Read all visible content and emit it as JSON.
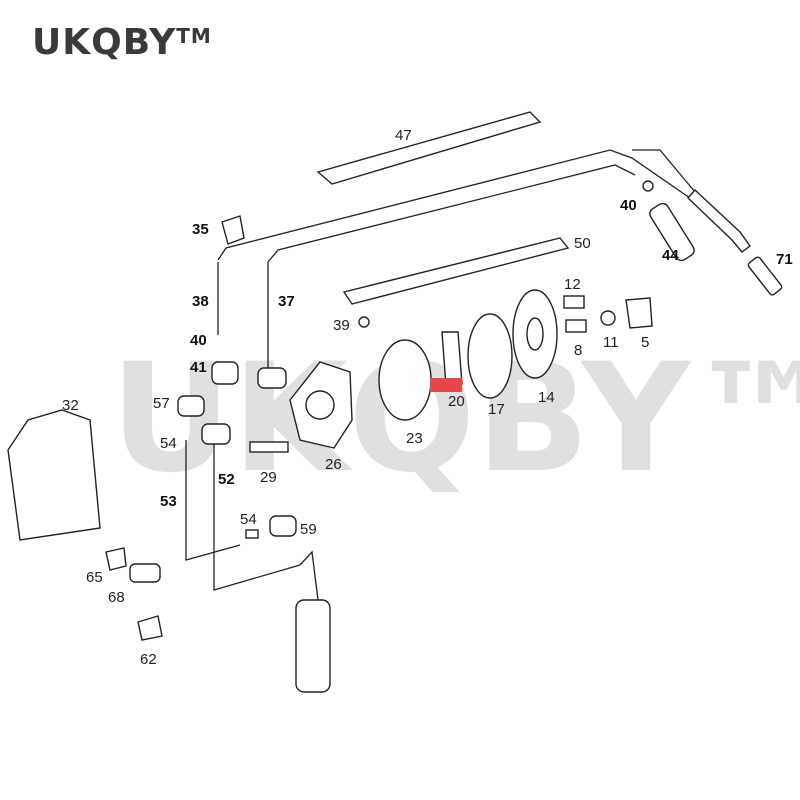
{
  "brand": {
    "name": "UKQBY",
    "mark": "TM"
  },
  "watermark": "UKQBY™",
  "highlight_color": "#e8474a",
  "labels": {
    "l47": "47",
    "l50": "50",
    "l40a": "40",
    "l44": "44",
    "l71": "71",
    "l35": "35",
    "l38": "38",
    "l37": "37",
    "l40b": "40",
    "l41": "41",
    "l39": "39",
    "l12": "12",
    "l8": "8",
    "l11": "11",
    "l5": "5",
    "l32": "32",
    "l57": "57",
    "l54a": "54",
    "l26": "26",
    "l23": "23",
    "l20": "20",
    "l17": "17",
    "l14": "14",
    "l29": "29",
    "l53": "53",
    "l52": "52",
    "l54b": "54",
    "l59": "59",
    "l65": "65",
    "l68": "68",
    "l62": "62"
  }
}
